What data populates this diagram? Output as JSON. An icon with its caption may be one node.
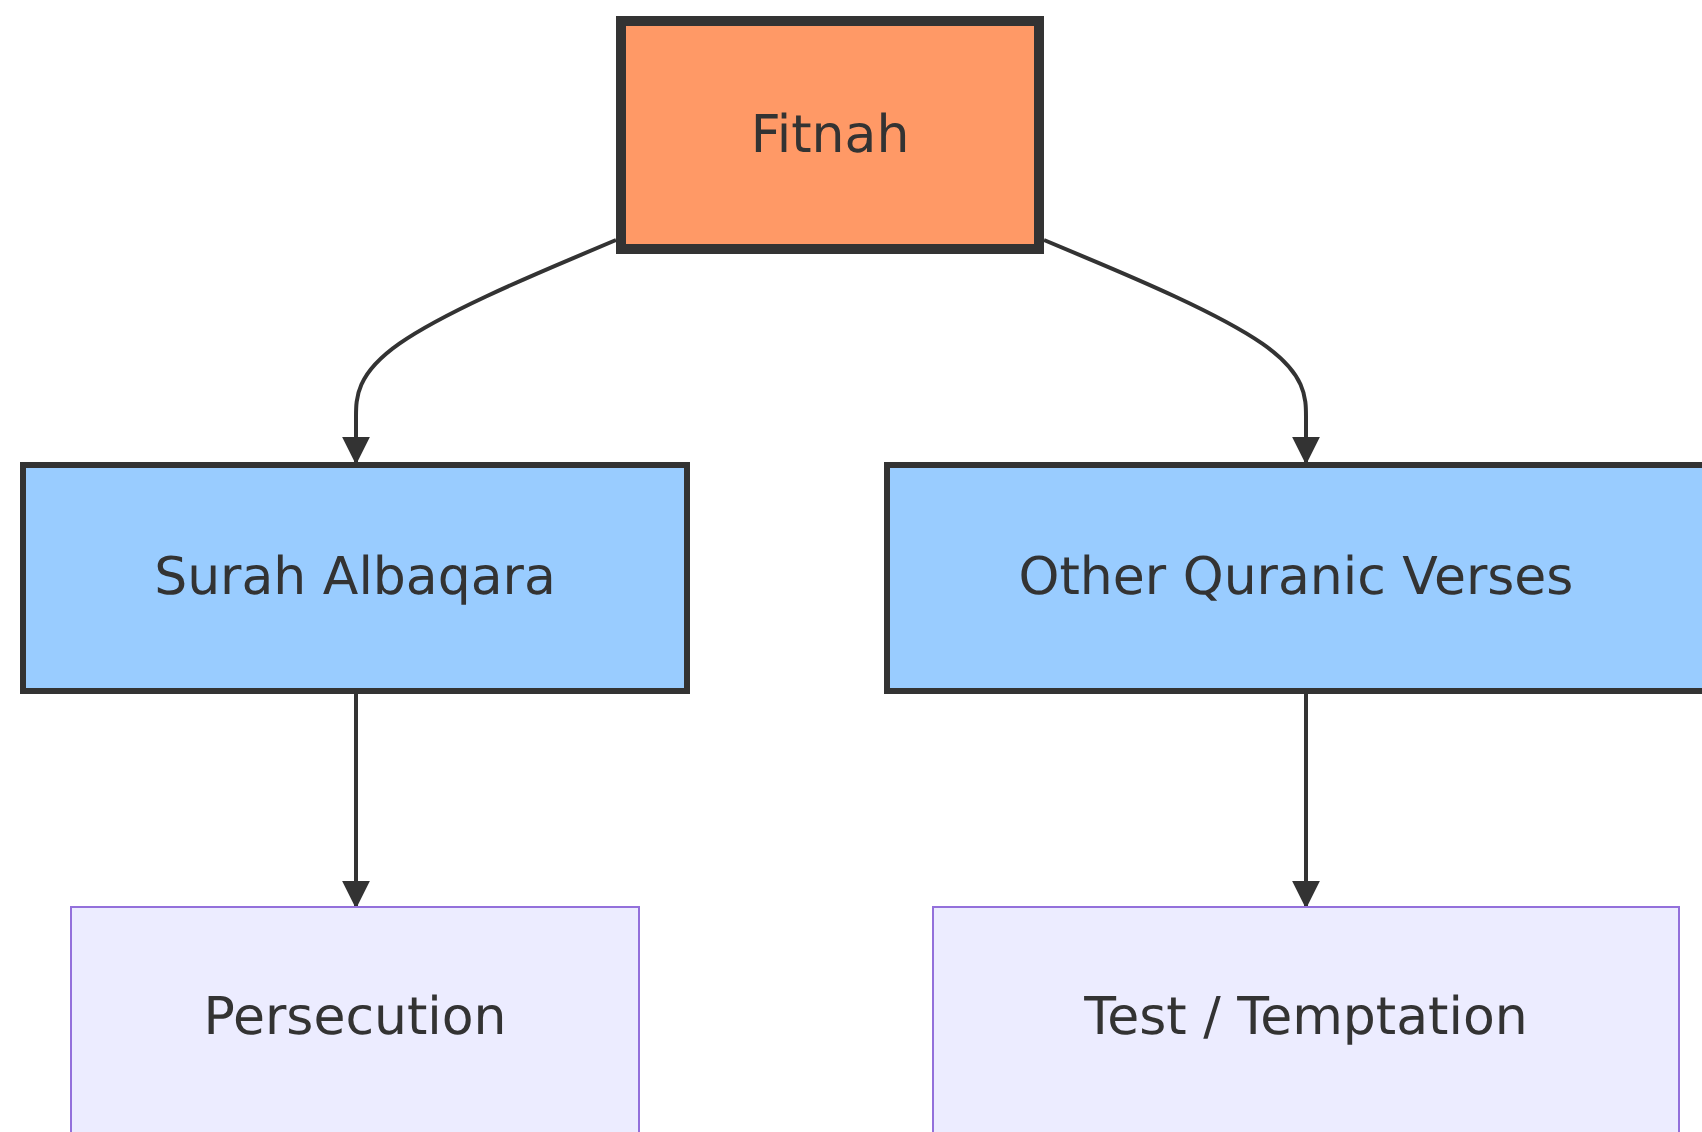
{
  "diagram": {
    "nodes": [
      {
        "text": [
          "Fitnah"
        ]
      },
      {
        "text": [
          "Surah Albaqara"
        ]
      },
      {
        "text": [
          "Other Quranic Verses"
        ]
      },
      {
        "text": [
          "Persecution"
        ]
      },
      {
        "text": [
          "Test / Temptation"
        ]
      }
    ],
    "edges": [
      {
        "from": 0,
        "to": 1,
        "arrow": "to"
      },
      {
        "from": 0,
        "to": 2,
        "arrow": "to"
      },
      {
        "from": 1,
        "to": 3,
        "arrow": "to"
      },
      {
        "from": 2,
        "to": 4,
        "arrow": "to"
      }
    ]
  }
}
